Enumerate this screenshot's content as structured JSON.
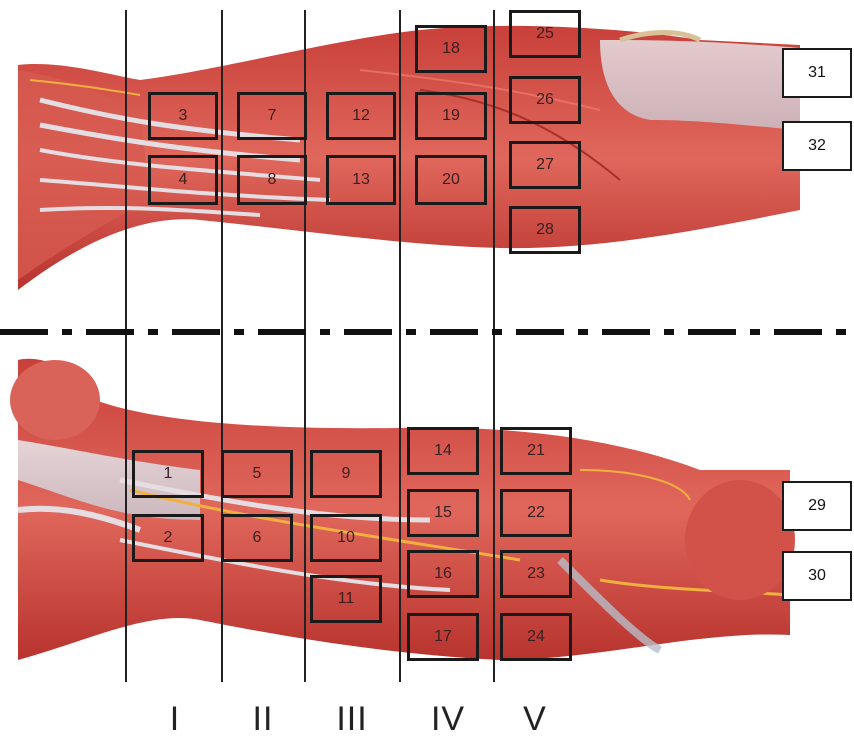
{
  "zones": [
    "I",
    "II",
    "III",
    "IV",
    "V"
  ],
  "boxes": {
    "b1": "1",
    "b2": "2",
    "b3": "3",
    "b4": "4",
    "b5": "5",
    "b6": "6",
    "b7": "7",
    "b8": "8",
    "b9": "9",
    "b10": "10",
    "b11": "11",
    "b12": "12",
    "b13": "13",
    "b14": "14",
    "b15": "15",
    "b16": "16",
    "b17": "17",
    "b18": "18",
    "b19": "19",
    "b20": "20",
    "b21": "21",
    "b22": "22",
    "b23": "23",
    "b24": "24",
    "b25": "25",
    "b26": "26",
    "b27": "27",
    "b28": "28",
    "b29": "29",
    "b30": "30",
    "b31": "31",
    "b32": "32"
  }
}
